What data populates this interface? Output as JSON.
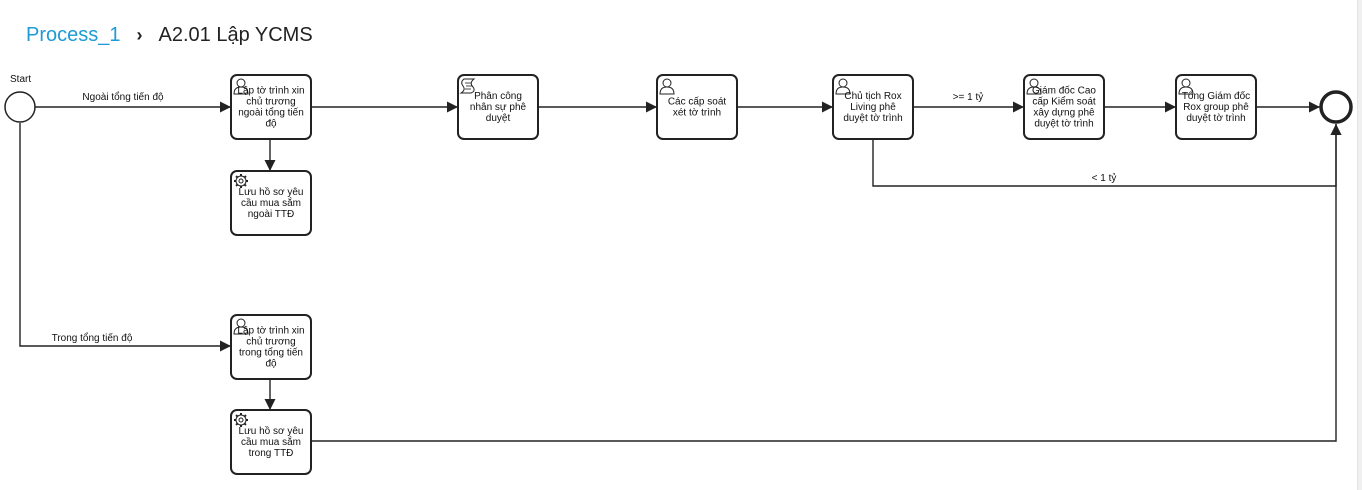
{
  "breadcrumb": {
    "parent": "Process_1",
    "separator": "›",
    "current": "A2.01 Lập YCMS"
  },
  "diagram": {
    "start_event": {
      "label": "Start"
    },
    "end_event": {
      "label": ""
    },
    "tasks": [
      {
        "id": "t1",
        "icon": "user-task-icon",
        "lines": [
          "Lập tờ trình xin",
          "chủ trương",
          "ngoài tổng tiến",
          "độ"
        ]
      },
      {
        "id": "t2",
        "icon": "service-task-icon",
        "lines": [
          "Lưu hồ sơ yêu",
          "cầu mua sắm",
          "ngoài TTĐ"
        ]
      },
      {
        "id": "t3",
        "icon": "script-task-icon",
        "lines": [
          "Phân công",
          "nhân sự phê",
          "duyệt"
        ]
      },
      {
        "id": "t4",
        "icon": "user-task-icon",
        "lines": [
          "Các cấp soát",
          "xét tờ trình"
        ]
      },
      {
        "id": "t5",
        "icon": "user-task-icon",
        "lines": [
          "Chủ tịch Rox",
          "Living phê",
          "duyệt tờ trình"
        ]
      },
      {
        "id": "t6",
        "icon": "user-task-icon",
        "lines": [
          "Giám đốc Cao",
          "cấp Kiểm soát",
          "xây dựng phê",
          "duyệt tờ trình"
        ]
      },
      {
        "id": "t7",
        "icon": "user-task-icon",
        "lines": [
          "Tổng Giám đốc",
          "Rox group phê",
          "duyệt tờ trình"
        ]
      },
      {
        "id": "t8",
        "icon": "user-task-icon",
        "lines": [
          "Lập tờ trình xin",
          "chủ trương",
          "trong tổng tiến",
          "độ"
        ]
      },
      {
        "id": "t9",
        "icon": "service-task-icon",
        "lines": [
          "Lưu hồ sơ yêu",
          "cầu mua sắm",
          "trong TTĐ"
        ]
      }
    ],
    "flow_labels": {
      "outside": "Ngoài tổng tiến độ",
      "inside": "Trong tổng tiến độ",
      "ge_1b": ">= 1 tỷ",
      "lt_1b": "< 1 tỷ"
    }
  }
}
